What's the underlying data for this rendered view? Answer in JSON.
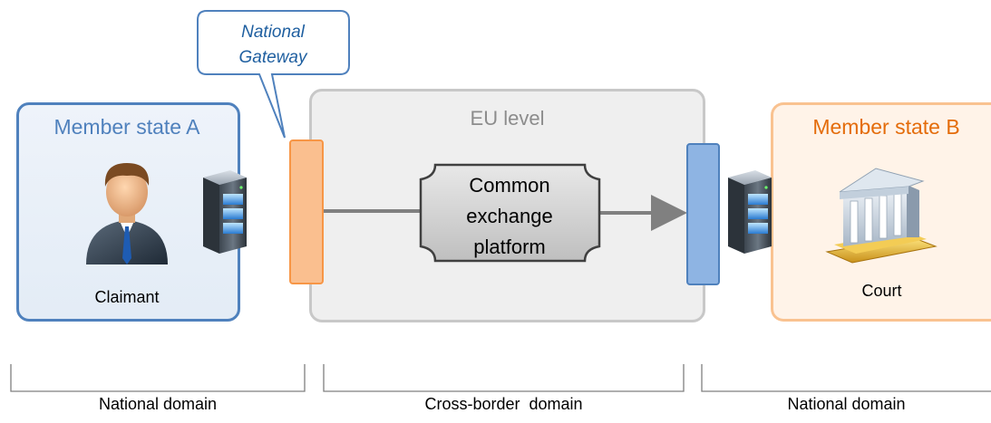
{
  "gateway_callout": {
    "line1": "National",
    "line2": "Gateway"
  },
  "member_state_a": {
    "title": "Member state A",
    "actor": "Claimant"
  },
  "eu_level": {
    "title": "EU level",
    "platform_lines": [
      "Common",
      "exchange",
      "platform"
    ]
  },
  "member_state_b": {
    "title": "Member state B",
    "actor": "Court"
  },
  "domains": [
    "National domain",
    "Cross-border  domain",
    "National domain"
  ],
  "icons": [
    "person-icon",
    "server-icon",
    "courthouse-icon"
  ],
  "colors": {
    "member_a": "#4f81bd",
    "member_b": "#e46c0a",
    "eu_border": "#c8c8c8",
    "gateway_a": "#fabf8f",
    "gateway_b": "#8eb4e3",
    "callout_text": "#1f5fa0"
  }
}
